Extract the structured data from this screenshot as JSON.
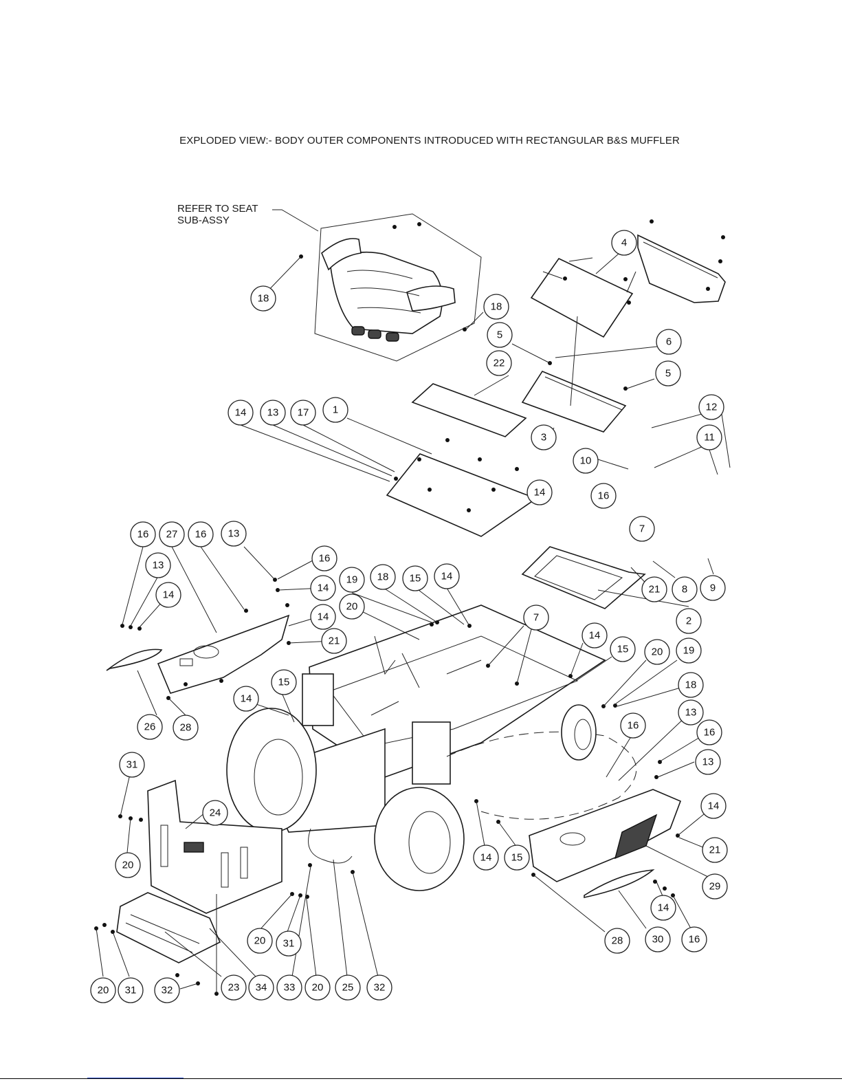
{
  "title": "EXPLODED VIEW:- BODY OUTER COMPONENTS INTRODUCED WITH RECTANGULAR B&S MUFFLER",
  "note": {
    "line1": "REFER TO SEAT",
    "line2": "SUB-ASSY"
  },
  "callouts": [
    {
      "id": "c4",
      "label": "4"
    },
    {
      "id": "c18a",
      "label": "18"
    },
    {
      "id": "c18b",
      "label": "18"
    },
    {
      "id": "c5a",
      "label": "5"
    },
    {
      "id": "c6",
      "label": "6"
    },
    {
      "id": "c22",
      "label": "22"
    },
    {
      "id": "c5b",
      "label": "5"
    },
    {
      "id": "c14a",
      "label": "14"
    },
    {
      "id": "c13a",
      "label": "13"
    },
    {
      "id": "c17",
      "label": "17"
    },
    {
      "id": "c1",
      "label": "1"
    },
    {
      "id": "c3",
      "label": "3"
    },
    {
      "id": "c12",
      "label": "12"
    },
    {
      "id": "c11",
      "label": "11"
    },
    {
      "id": "c10",
      "label": "10"
    },
    {
      "id": "c14b",
      "label": "14"
    },
    {
      "id": "c16a",
      "label": "16"
    },
    {
      "id": "c7a",
      "label": "7"
    },
    {
      "id": "c16b",
      "label": "16"
    },
    {
      "id": "c27",
      "label": "27"
    },
    {
      "id": "c16c",
      "label": "16"
    },
    {
      "id": "c13b",
      "label": "13"
    },
    {
      "id": "c13c",
      "label": "13"
    },
    {
      "id": "c16d",
      "label": "16"
    },
    {
      "id": "c14c",
      "label": "14"
    },
    {
      "id": "c19a",
      "label": "19"
    },
    {
      "id": "c18c",
      "label": "18"
    },
    {
      "id": "c15a",
      "label": "15"
    },
    {
      "id": "c14d",
      "label": "14"
    },
    {
      "id": "c21a",
      "label": "21"
    },
    {
      "id": "c8",
      "label": "8"
    },
    {
      "id": "c9",
      "label": "9"
    },
    {
      "id": "c14e",
      "label": "14"
    },
    {
      "id": "c20a",
      "label": "20"
    },
    {
      "id": "c14f",
      "label": "14"
    },
    {
      "id": "c7b",
      "label": "7"
    },
    {
      "id": "c2",
      "label": "2"
    },
    {
      "id": "c21b",
      "label": "21"
    },
    {
      "id": "c14g",
      "label": "14"
    },
    {
      "id": "c15b",
      "label": "15"
    },
    {
      "id": "c20b",
      "label": "20"
    },
    {
      "id": "c19b",
      "label": "19"
    },
    {
      "id": "c18d",
      "label": "18"
    },
    {
      "id": "c15c",
      "label": "15"
    },
    {
      "id": "c26",
      "label": "26"
    },
    {
      "id": "c28a",
      "label": "28"
    },
    {
      "id": "c14h",
      "label": "14"
    },
    {
      "id": "c16e",
      "label": "16"
    },
    {
      "id": "c13d",
      "label": "13"
    },
    {
      "id": "c16f",
      "label": "16"
    },
    {
      "id": "c13e",
      "label": "13"
    },
    {
      "id": "c31a",
      "label": "31"
    },
    {
      "id": "c24",
      "label": "24"
    },
    {
      "id": "c14i",
      "label": "14"
    },
    {
      "id": "c21c",
      "label": "21"
    },
    {
      "id": "c20c",
      "label": "20"
    },
    {
      "id": "c14j",
      "label": "14"
    },
    {
      "id": "c15d",
      "label": "15"
    },
    {
      "id": "c29",
      "label": "29"
    },
    {
      "id": "c14k",
      "label": "14"
    },
    {
      "id": "c20d",
      "label": "20"
    },
    {
      "id": "c31b",
      "label": "31"
    },
    {
      "id": "c28b",
      "label": "28"
    },
    {
      "id": "c30",
      "label": "30"
    },
    {
      "id": "c16g",
      "label": "16"
    },
    {
      "id": "c20e",
      "label": "20"
    },
    {
      "id": "c31c",
      "label": "31"
    },
    {
      "id": "c32a",
      "label": "32"
    },
    {
      "id": "c23",
      "label": "23"
    },
    {
      "id": "c34",
      "label": "34"
    },
    {
      "id": "c33",
      "label": "33"
    },
    {
      "id": "c20f",
      "label": "20"
    },
    {
      "id": "c25",
      "label": "25"
    },
    {
      "id": "c32b",
      "label": "32"
    }
  ]
}
